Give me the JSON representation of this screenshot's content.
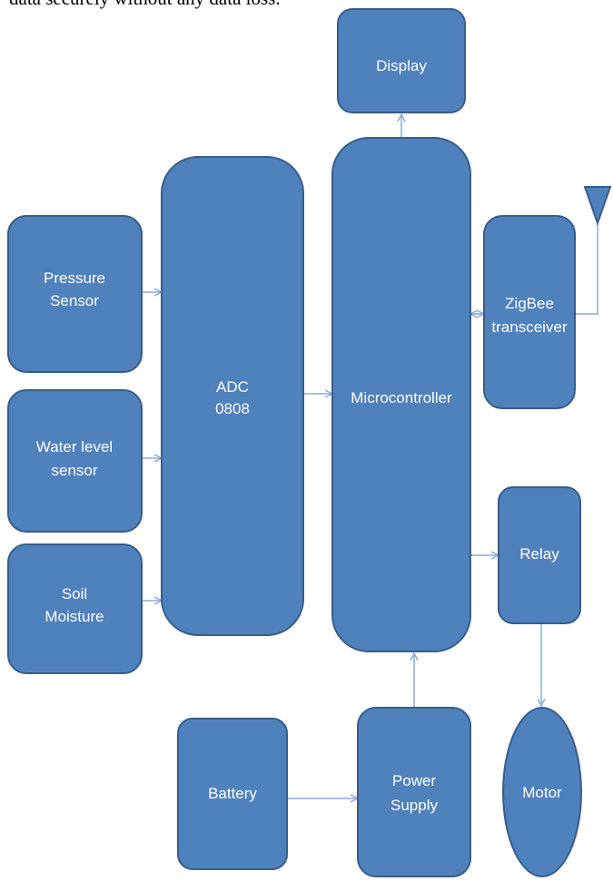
{
  "header": {
    "text": "data securely without any data loss."
  },
  "blocks": {
    "display": [
      "Display"
    ],
    "adc": [
      "ADC",
      "0808"
    ],
    "microcontroller": [
      "Microcontroller"
    ],
    "pressure_sensor": [
      "Pressure",
      "Sensor"
    ],
    "water_level_sensor": [
      "Water level",
      "sensor"
    ],
    "soil_moisture": [
      "Soil",
      "Moisture"
    ],
    "zigbee": [
      "ZigBee",
      "transceiver"
    ],
    "relay": [
      "Relay"
    ],
    "motor": [
      "Motor"
    ],
    "battery": [
      "Battery"
    ],
    "power_supply": [
      "Power",
      "Supply"
    ]
  },
  "colors": {
    "block_fill": "#4f81bd",
    "block_stroke": "#385d8a",
    "connector": "#8eaadb"
  }
}
